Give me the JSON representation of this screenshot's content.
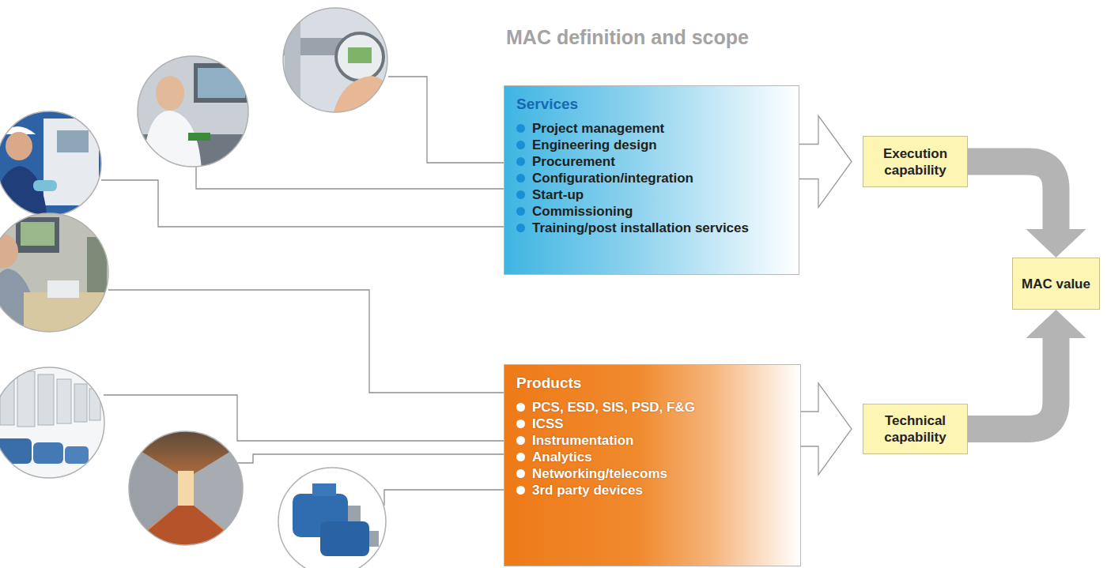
{
  "diagram": {
    "title": "MAC definition and scope",
    "nodes": [
      {
        "text": [
          "Services",
          "Project management",
          "Engineering design",
          "Procurement",
          "Configuration/integration",
          "Start-up",
          "Commissioning",
          "Training/post installation services"
        ]
      },
      {
        "text": [
          "Products",
          "PCS, ESD, SIS, PSD, F&G",
          "ICSS",
          "Instrumentation",
          "Analytics",
          "Networking/telecoms",
          "3rd party devices"
        ]
      },
      {
        "text": [
          "Execution capability"
        ]
      },
      {
        "text": [
          "Technical capability"
        ]
      },
      {
        "text": [
          "MAC value"
        ]
      }
    ],
    "edges": [
      {
        "from": 0,
        "to": 2,
        "arrow": "to"
      },
      {
        "from": 1,
        "to": 3,
        "arrow": "to"
      },
      {
        "from": 2,
        "to": 4,
        "arrow": "to"
      },
      {
        "from": 3,
        "to": 4,
        "arrow": "to"
      }
    ]
  }
}
